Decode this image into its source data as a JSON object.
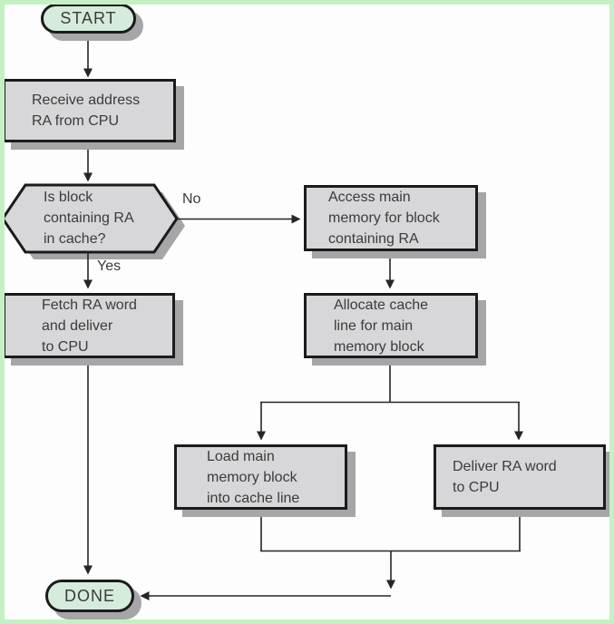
{
  "diagram": {
    "nodes": {
      "start": "START",
      "receive": "Receive address\nRA from CPU",
      "decision": "Is block\ncontaining RA\nin cache?",
      "access": "Access main\nmemory for block\ncontaining RA",
      "fetch": "Fetch RA word\nand deliver\nto CPU",
      "allocate": "Allocate cache\nline for main\nmemory block",
      "load": "Load main\nmemory block\ninto cache line",
      "deliver": "Deliver RA word\nto CPU",
      "done": "DONE"
    },
    "edge_labels": {
      "no": "No",
      "yes": "Yes"
    }
  },
  "colors": {
    "terminal_fill": "#d5ecdc",
    "process_fill": "#d7d7d9",
    "shadow": "#a6a6a8",
    "line": "#262626",
    "border": "#1b1b1b",
    "text": "#3b3b3b",
    "frame": "#c4f1c4",
    "background": "#fdfdfd"
  }
}
